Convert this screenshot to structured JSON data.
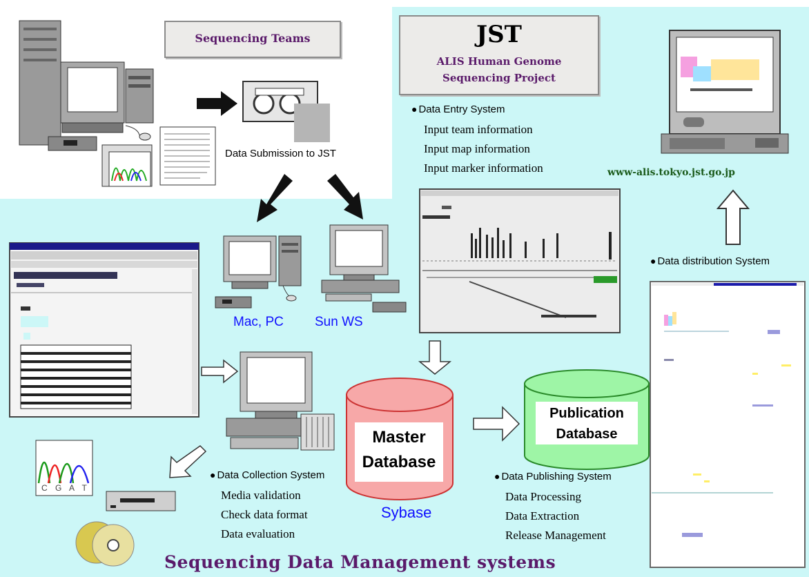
{
  "colors": {
    "background_cyan": "#ccf7f7",
    "title_purple": "#5a1a6a",
    "master_db_red": "#f7a8a8",
    "publication_db_green": "#9ef5a6",
    "link_green": "#1a5a1a",
    "platform_blue": "#1010ff"
  },
  "labels": {
    "sequencing_teams": "Sequencing Teams",
    "jst_title": "JST",
    "jst_subtitle_line1": "ALIS Human Genome",
    "jst_subtitle_line2": "Sequencing Project",
    "data_submission": "Data Submission to JST",
    "mac_pc": "Mac, PC",
    "sun_ws": "Sun WS",
    "website": "www-alis.tokyo.jst.go.jp",
    "master_db_line1": "Master",
    "master_db_line2": "Database",
    "sybase": "Sybase",
    "publication_db_line1": "Publication",
    "publication_db_line2": "Database",
    "footer_title": "Sequencing Data Management systems",
    "cgat": "C G A T"
  },
  "systems": {
    "entry": {
      "title": "Data Entry System",
      "items": [
        "Input team information",
        "Input map information",
        "Input marker information"
      ]
    },
    "distribution": {
      "title": "Data distribution System"
    },
    "collection": {
      "title": "Data Collection System",
      "items": [
        "Media validation",
        "Check data format",
        "Data evaluation"
      ]
    },
    "publishing": {
      "title": "Data Publishing System",
      "items": [
        "Data Processing",
        "Data Extraction",
        "Release Management"
      ]
    }
  },
  "icons": [
    "desktop-computer-icon",
    "document-icon",
    "data-cartridge-icon",
    "sequencer-icon",
    "mac-pc-icon",
    "sun-workstation-icon",
    "laptop-icon",
    "collection-workstation-icon",
    "cd-drive-icon",
    "cd-discs-icon",
    "chromatogram-icon"
  ]
}
